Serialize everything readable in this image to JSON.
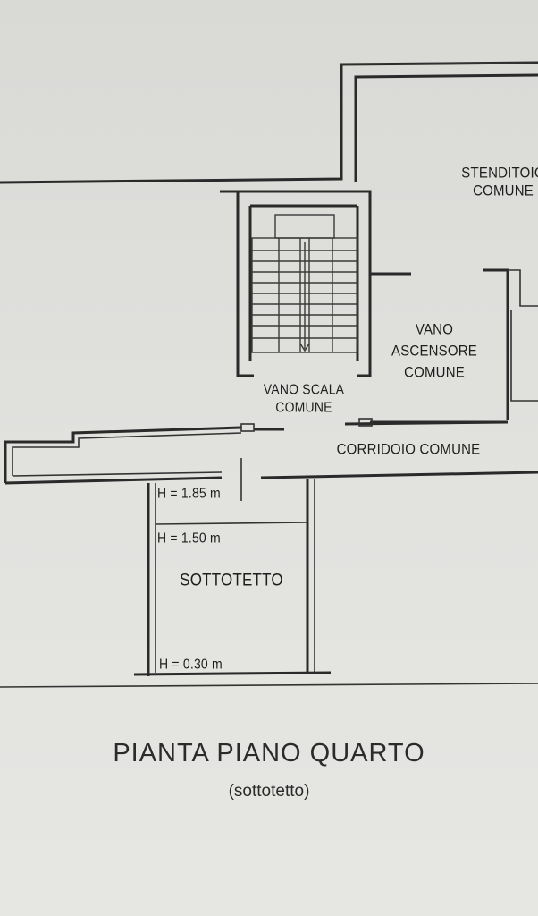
{
  "plan": {
    "rooms": {
      "stenditoio": "STENDITOIO COMUNE",
      "vano_ascensore_line1": "VANO",
      "vano_ascensore_line2": "ASCENSORE",
      "vano_ascensore_line3": "COMUNE",
      "vano_scala_line1": "VANO SCALA",
      "vano_scala_line2": "COMUNE",
      "corridoio": "CORRIDOIO COMUNE",
      "sottotetto": "SOTTOTETTO"
    },
    "heights": {
      "h1": "H = 1.85 m",
      "h2": "H = 1.50 m",
      "h3": "H = 0.30 m"
    }
  },
  "caption": {
    "title": "PIANTA PIANO QUARTO",
    "subtitle": "(sottotetto)"
  }
}
